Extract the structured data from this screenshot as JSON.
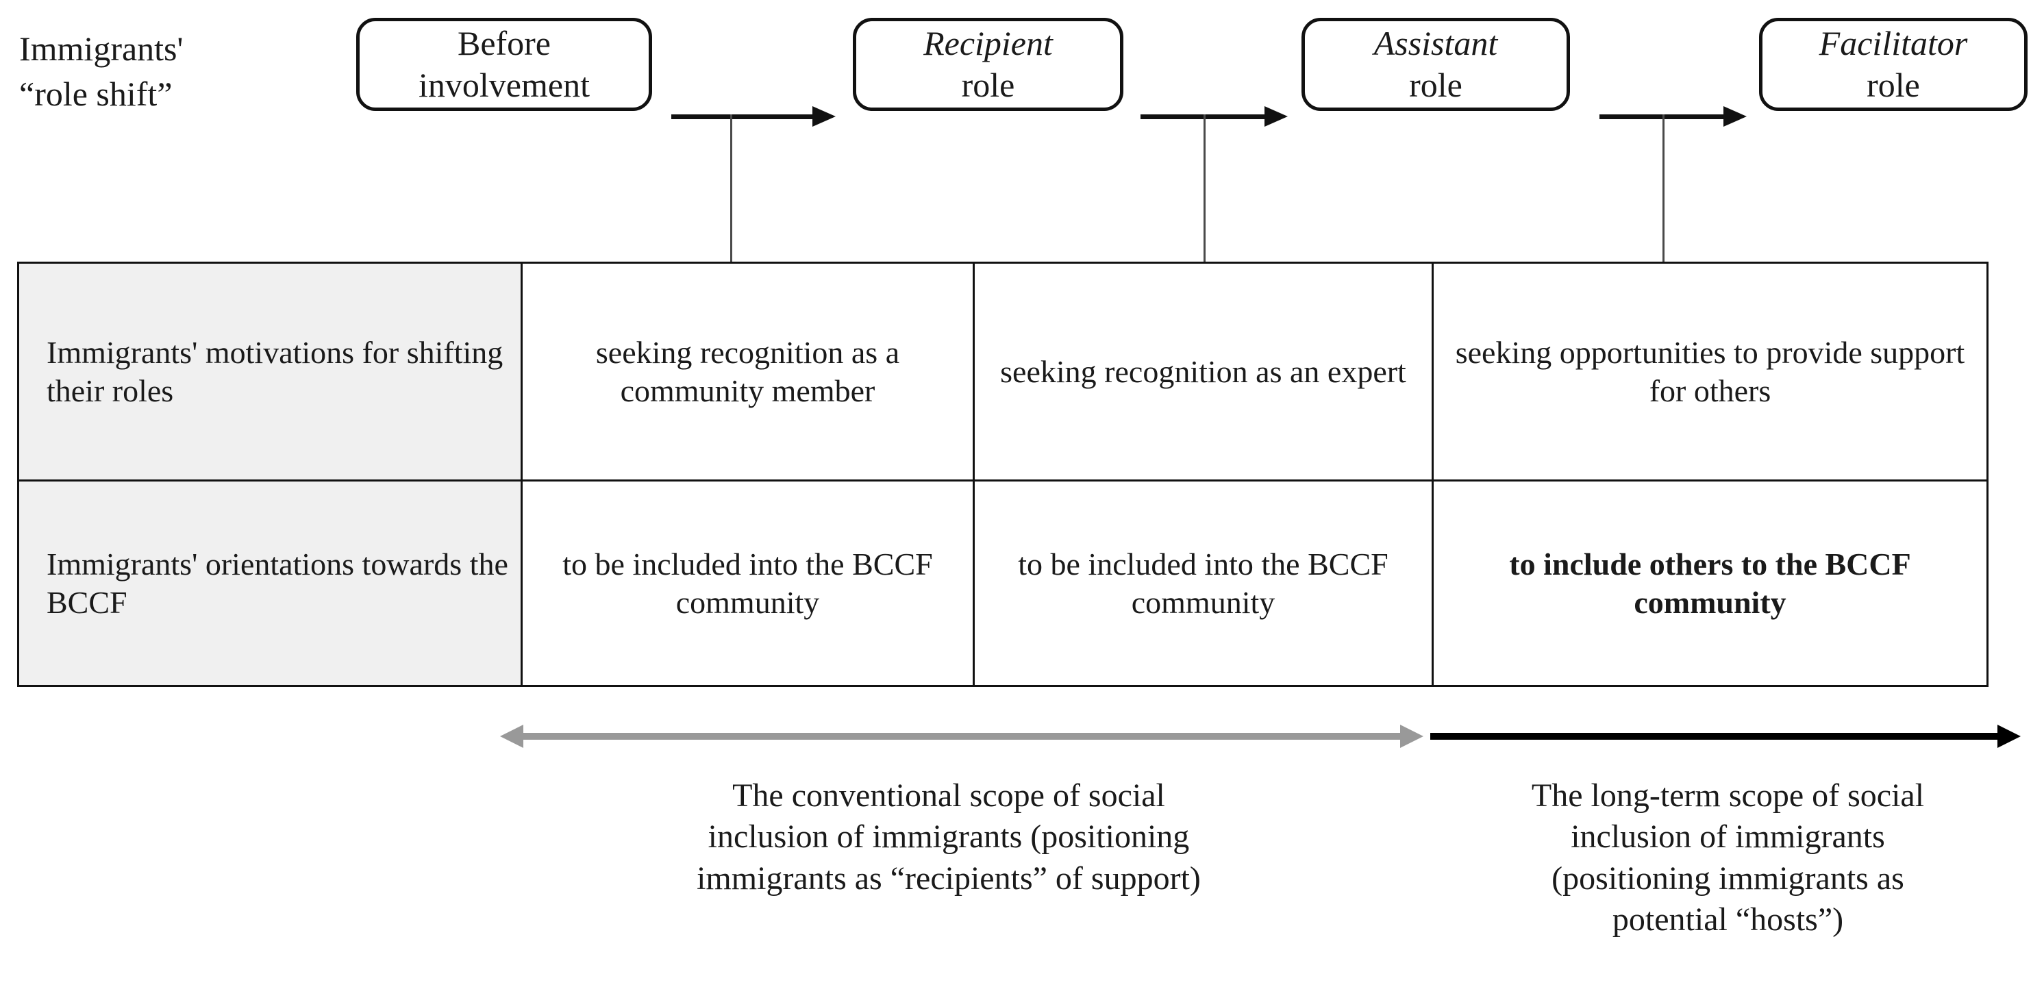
{
  "side_label": {
    "text": "Immigrants'\n“role shift”"
  },
  "roles": [
    {
      "name": "before-involvement",
      "line1": "Before",
      "line2": "involvement",
      "italic_line1": false
    },
    {
      "name": "recipient-role",
      "line1": "Recipient",
      "line2": "role",
      "italic_line1": true
    },
    {
      "name": "assistant-role",
      "line1": "Assistant",
      "line2": "role",
      "italic_line1": true
    },
    {
      "name": "facilitator-role",
      "line1": "Facilitator",
      "line2": "role",
      "italic_line1": true
    }
  ],
  "table": {
    "rows": [
      {
        "header": "Immigrants'\nmotivations for\nshifting their roles",
        "cells": [
          {
            "text": "seeking recognition\nas a community\nmember",
            "bold": false
          },
          {
            "text": "seeking recognition\nas an expert",
            "bold": false
          },
          {
            "text": "seeking opportunities\nto provide support for\nothers",
            "bold": false
          }
        ]
      },
      {
        "header": "Immigrants'\norientations\ntowards the BCCF",
        "cells": [
          {
            "text": "to be included\ninto the BCCF\ncommunity",
            "bold": false
          },
          {
            "text": "to be included\ninto the BCCF\ncommunity",
            "bold": false
          },
          {
            "text": "to include others\nto the BCCF\ncommunity",
            "bold": true
          }
        ]
      }
    ]
  },
  "scopes": [
    {
      "name": "conventional-scope",
      "color": "#999999",
      "caption": "The conventional scope of social\ninclusion of immigrants (positioning\nimmigrants as “recipients” of support)"
    },
    {
      "name": "long-term-scope",
      "color": "#000000",
      "caption": "The long-term scope of social\ninclusion of immigrants\n(positioning immigrants as\npotential “hosts”)"
    }
  ],
  "colors": {
    "ink": "#111111",
    "header_fill": "#f0f0f0",
    "gray_arrow": "#999999",
    "black_arrow": "#000000"
  }
}
